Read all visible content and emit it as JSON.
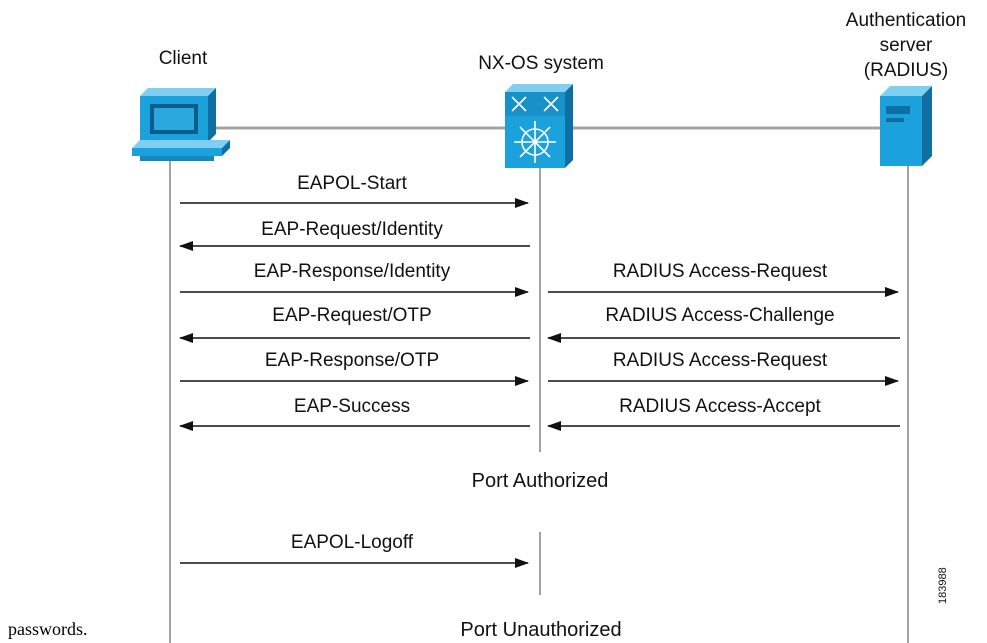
{
  "nodes": {
    "client": {
      "label": "Client"
    },
    "nxos": {
      "label": "NX-OS system"
    },
    "server": {
      "label_line1": "Authentication",
      "label_line2": "server",
      "label_line3": "(RADIUS)"
    }
  },
  "client_messages": [
    {
      "label": "EAPOL-Start",
      "direction": "to_switch"
    },
    {
      "label": "EAP-Request/Identity",
      "direction": "to_client"
    },
    {
      "label": "EAP-Response/Identity",
      "direction": "to_switch"
    },
    {
      "label": "EAP-Request/OTP",
      "direction": "to_client"
    },
    {
      "label": "EAP-Response/OTP",
      "direction": "to_switch"
    },
    {
      "label": "EAP-Success",
      "direction": "to_client"
    }
  ],
  "server_messages": [
    {
      "label": "RADIUS Access-Request",
      "direction": "to_server"
    },
    {
      "label": "RADIUS Access-Challenge",
      "direction": "to_switch"
    },
    {
      "label": "RADIUS Access-Request",
      "direction": "to_server"
    },
    {
      "label": "RADIUS Access-Accept",
      "direction": "to_switch"
    }
  ],
  "status": {
    "authorized": "Port Authorized",
    "logoff": "EAPOL-Logoff",
    "unauthorized": "Port Unauthorized"
  },
  "caption_fragment": "passwords.",
  "figure_id": "183988",
  "colors": {
    "device_blue": "#1ba1dc",
    "device_dark": "#0f6fa3",
    "line_gray": "#9a9a9a",
    "arrow": "#111111"
  }
}
